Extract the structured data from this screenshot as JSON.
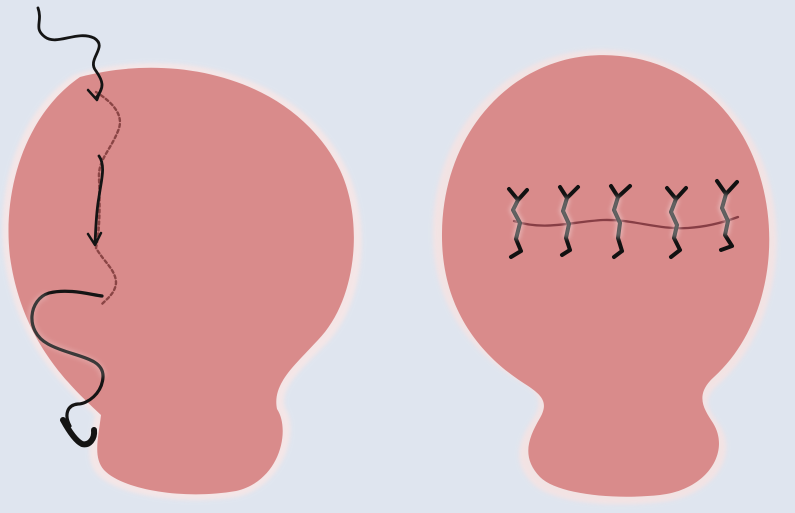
{
  "colors": {
    "background": "#dfe5ef",
    "tissue_fill": "#d98b8b",
    "tissue_glow": "#f4dada",
    "suture_dark": "#141414",
    "suture_in_tissue": "#8b4a4a",
    "stitch_highlight": "#ffffff"
  },
  "panels": [
    {
      "name": "left-panel",
      "description_shape": "tissue-with-running-suture"
    },
    {
      "name": "right-panel",
      "description_shape": "tissue-with-interrupted-stitches"
    }
  ]
}
